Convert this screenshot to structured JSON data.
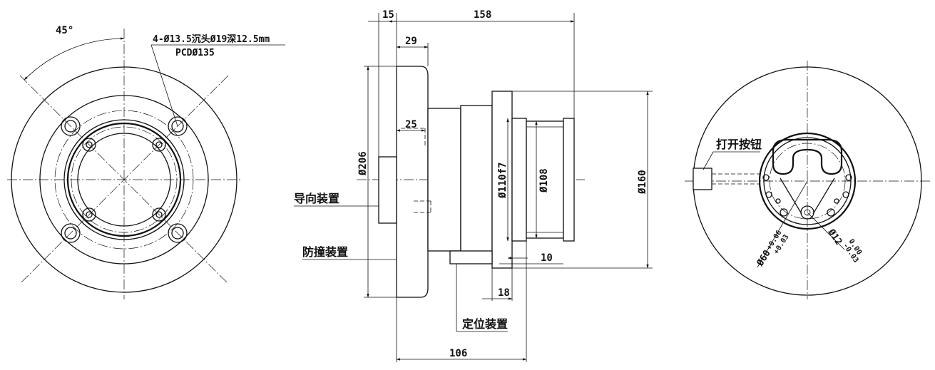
{
  "front_view": {
    "angle_label": "45°",
    "hole_spec": "4-Ø13.5沉头Ø19深12.5mm",
    "pcd_label": "PCDØ135"
  },
  "side_view": {
    "dim_15": "15",
    "dim_158": "158",
    "dim_29": "29",
    "dim_25": "25",
    "dim_206": "Ø206",
    "dim_110": "Ø110f7",
    "dim_108": "Ø108",
    "dim_160": "Ø160",
    "dim_10": "10",
    "dim_18": "18",
    "dim_106": "106",
    "label_guide": "导向装置",
    "label_anticollision": "防撞装置",
    "label_locator": "定位装置"
  },
  "right_view": {
    "label_button": "打开按钮",
    "dim_60": "Ø60",
    "dim_60_tol_upper": "+0.06",
    "dim_60_tol_lower": "+0.03",
    "dim_12": "Ø12",
    "dim_12_tol_upper": "0.00",
    "dim_12_tol_lower": "-0.03"
  }
}
